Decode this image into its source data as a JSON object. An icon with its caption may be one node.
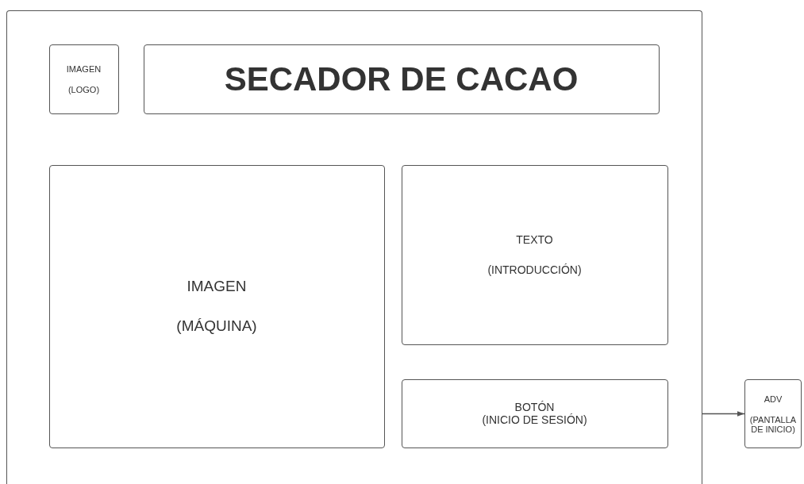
{
  "diagram": {
    "nodes": [
      {
        "text": [],
        "shape": "box"
      },
      {
        "text": [
          "IMAGEN",
          "(LOGO)"
        ],
        "in": 0
      },
      {
        "text": [
          "SECADOR DE CACAO"
        ],
        "in": 0
      },
      {
        "text": [
          "IMAGEN",
          "(MÁQUINA)"
        ],
        "in": 0
      },
      {
        "text": [
          "TEXTO",
          "(INTRODUCCIÓN)"
        ],
        "in": 0
      },
      {
        "text": [
          "BOTÓN",
          "(INICIO DE SESIÓN)"
        ],
        "in": 0
      },
      {
        "text": [
          "ADV",
          "(PANTALLA DE INICIO)"
        ]
      }
    ],
    "edges": [
      {
        "from": 5,
        "to": 6,
        "arrow": "to"
      }
    ]
  }
}
